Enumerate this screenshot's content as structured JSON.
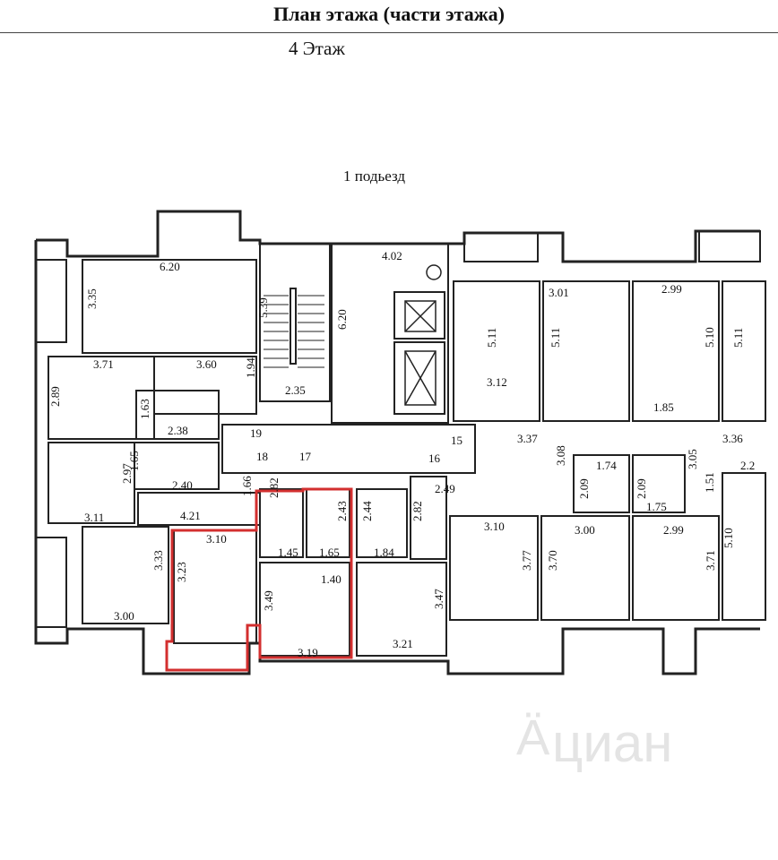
{
  "header": {
    "title": "План этажа (части этажа)"
  },
  "floor": {
    "label": "4 Этаж"
  },
  "entrance": {
    "label": "1 подьезд"
  },
  "highlight_color": "#d32f2f",
  "dimensions": [
    {
      "t": "6.20"
    },
    {
      "t": "3.35"
    },
    {
      "t": "5.39"
    },
    {
      "t": "6.20"
    },
    {
      "t": "4.02"
    },
    {
      "t": "2.35"
    },
    {
      "t": "3.71"
    },
    {
      "t": "3.60"
    },
    {
      "t": "1.94"
    },
    {
      "t": "2.89"
    },
    {
      "t": "1.63"
    },
    {
      "t": "2.38"
    },
    {
      "t": "1.65"
    },
    {
      "t": "2.97"
    },
    {
      "t": "2.40"
    },
    {
      "t": "3.11"
    },
    {
      "t": "4.21"
    },
    {
      "t": "1.66"
    },
    {
      "t": "2.82"
    },
    {
      "t": "2.43"
    },
    {
      "t": "2.44"
    },
    {
      "t": "2.82"
    },
    {
      "t": "2.49"
    },
    {
      "t": "3.10"
    },
    {
      "t": "1.45"
    },
    {
      "t": "1.65"
    },
    {
      "t": "1.84"
    },
    {
      "t": "1.40"
    },
    {
      "t": "3.33"
    },
    {
      "t": "3.23"
    },
    {
      "t": "3.49"
    },
    {
      "t": "3.47"
    },
    {
      "t": "3.00"
    },
    {
      "t": "3.19"
    },
    {
      "t": "3.21"
    },
    {
      "t": "5.11"
    },
    {
      "t": "3.12"
    },
    {
      "t": "3.01"
    },
    {
      "t": "5.11"
    },
    {
      "t": "2.99"
    },
    {
      "t": "5.10"
    },
    {
      "t": "5.11"
    },
    {
      "t": "3.37"
    },
    {
      "t": "3.08"
    },
    {
      "t": "1.85"
    },
    {
      "t": "1.74"
    },
    {
      "t": "2.09"
    },
    {
      "t": "2.09"
    },
    {
      "t": "1.75"
    },
    {
      "t": "3.05"
    },
    {
      "t": "1.51"
    },
    {
      "t": "3.36"
    },
    {
      "t": "2.2"
    },
    {
      "t": "3.10"
    },
    {
      "t": "3.00"
    },
    {
      "t": "2.99"
    },
    {
      "t": "3.77"
    },
    {
      "t": "3.70"
    },
    {
      "t": "3.71"
    },
    {
      "t": "5.10"
    }
  ],
  "room_numbers": [
    {
      "t": "19"
    },
    {
      "t": "18"
    },
    {
      "t": "17"
    },
    {
      "t": "16"
    },
    {
      "t": "15"
    }
  ],
  "watermark": {
    "text": "циан",
    "mark": "Ä"
  }
}
